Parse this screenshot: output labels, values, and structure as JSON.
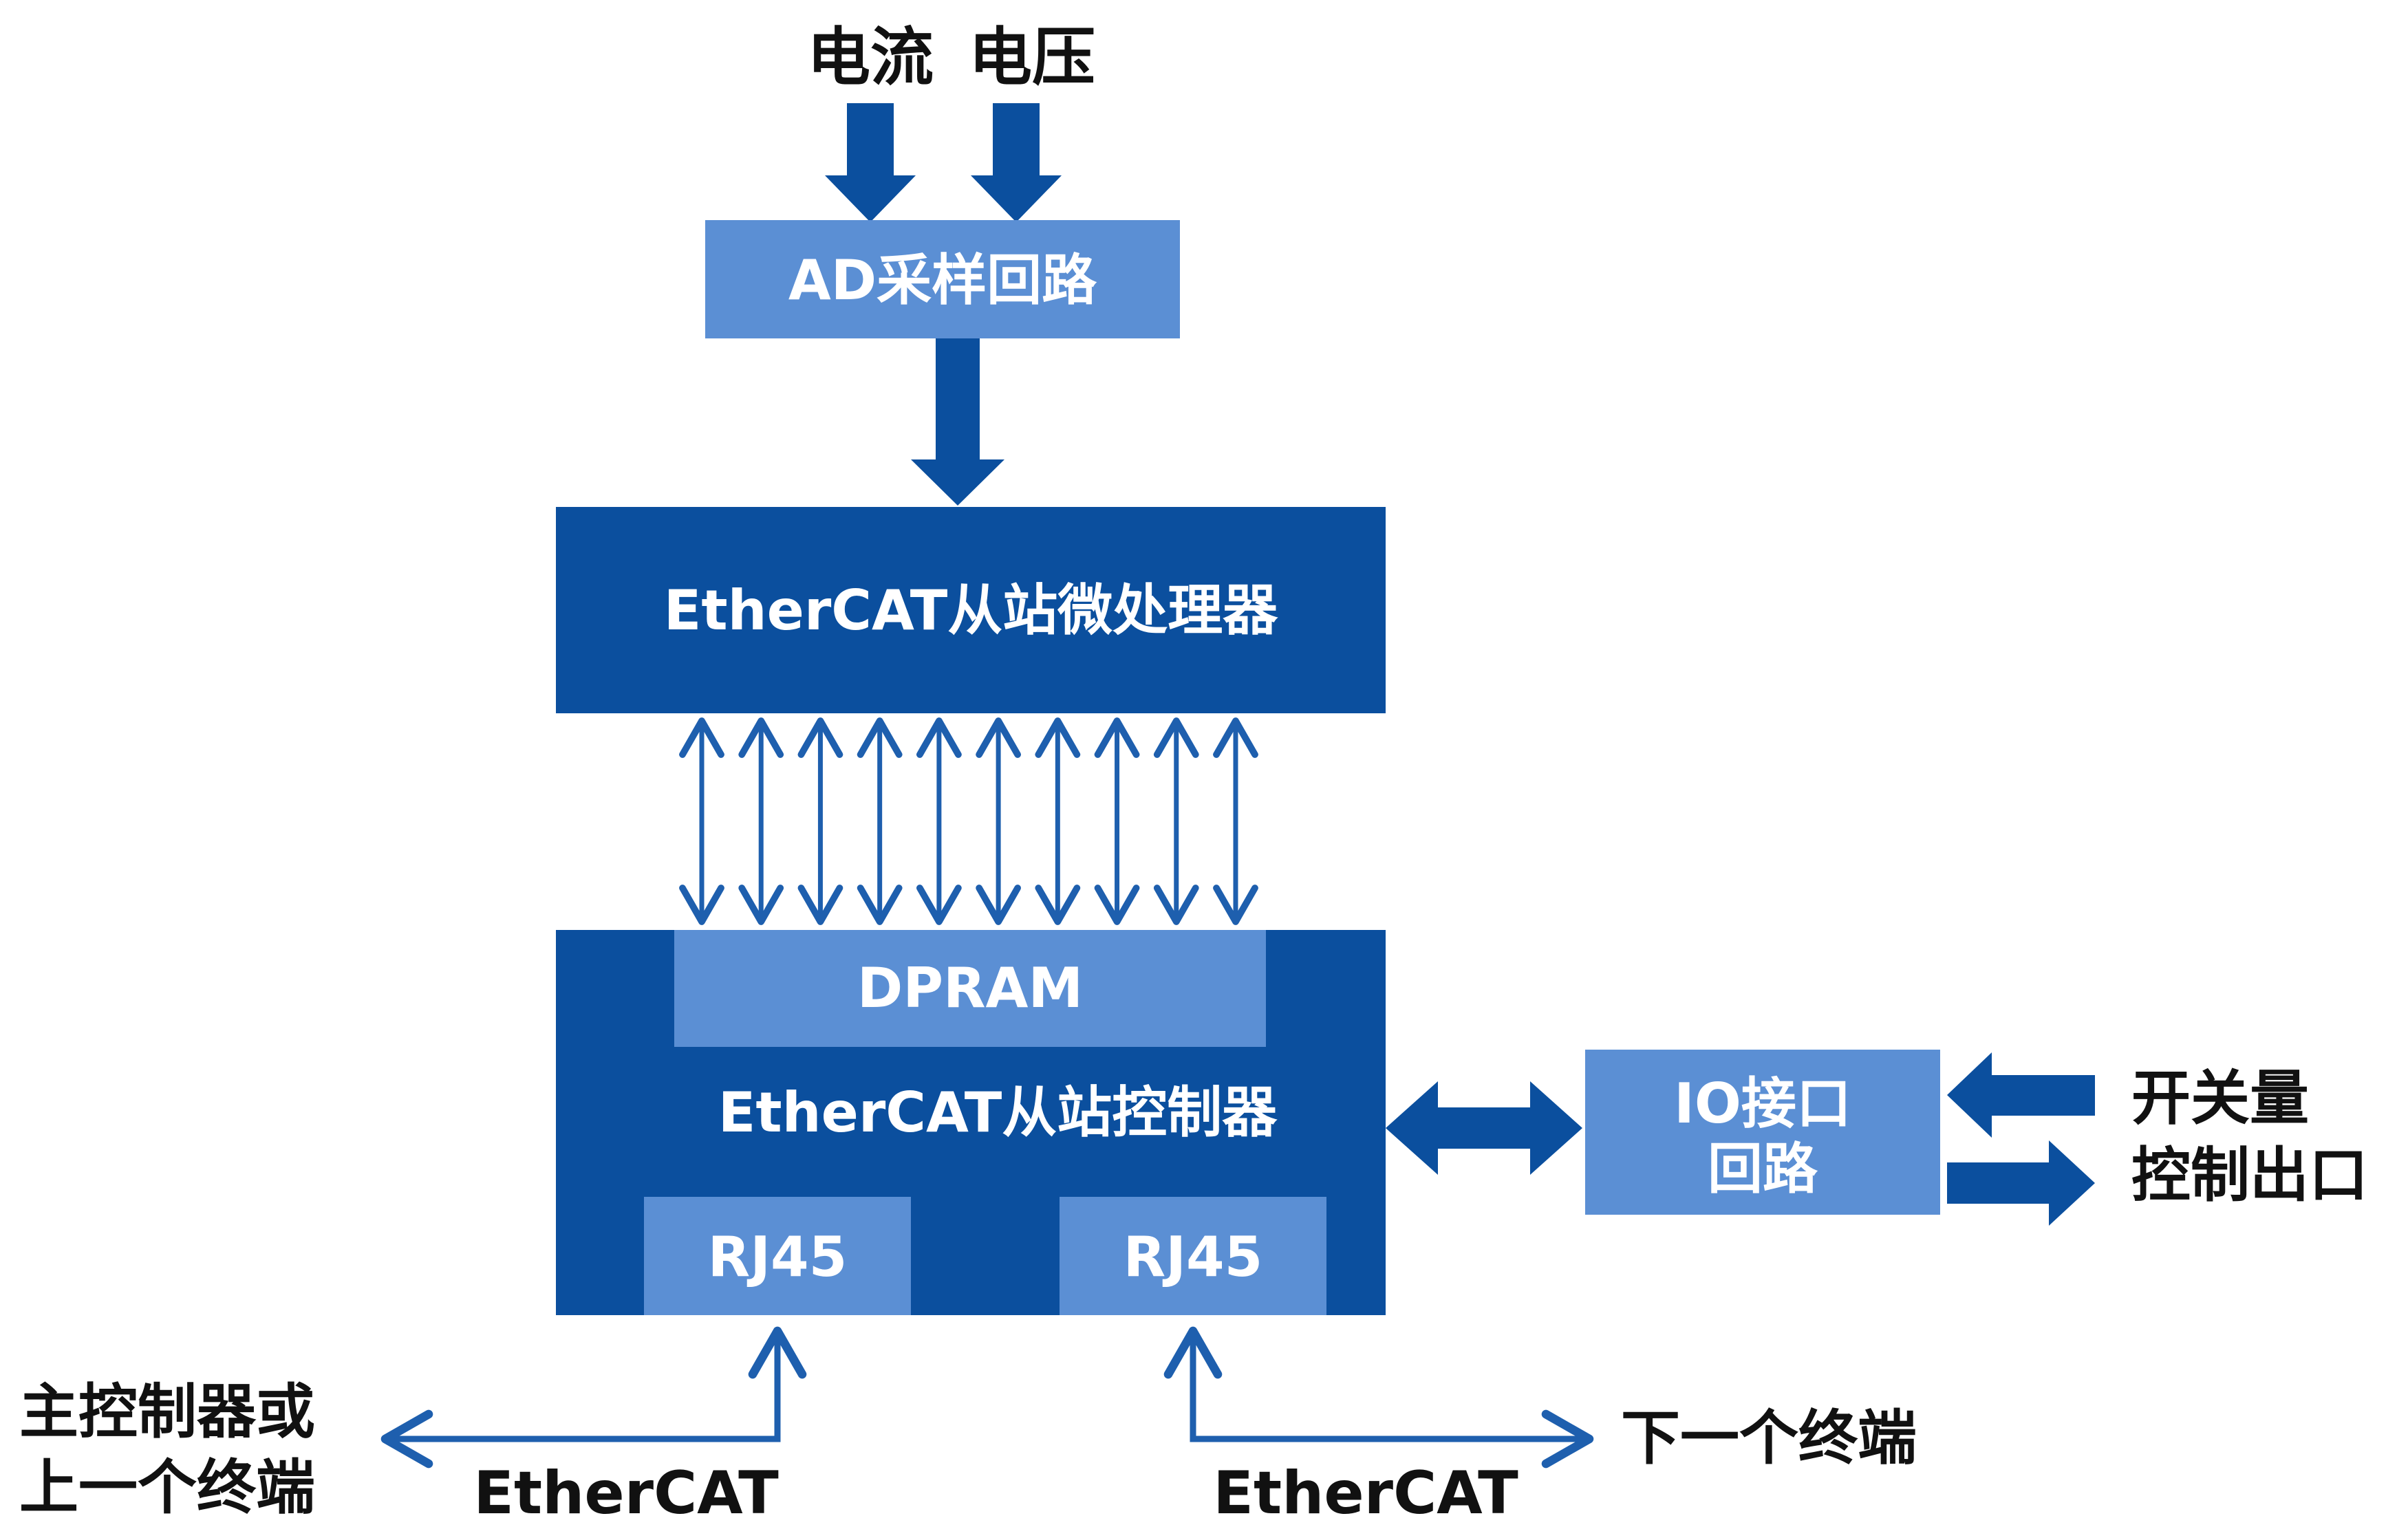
{
  "colors": {
    "dark": "#0B4F9E",
    "light": "#5B8FD4",
    "arrow": "#0B4F9E",
    "thin": "#1E5FAE",
    "text_dark": "#111111"
  },
  "inputs": {
    "current": "电流",
    "voltage": "电压"
  },
  "blocks": {
    "ad": "AD采样回路",
    "mcu": "EtherCAT从站微处理器",
    "dpram": "DPRAM",
    "esc": "EtherCAT从站控制器",
    "rj45_left": "RJ45",
    "rj45_right": "RJ45",
    "io_line1": "IO接口",
    "io_line2": "回路"
  },
  "externals": {
    "switch_in": "开关量",
    "control_out": "控制出口",
    "master_line1": "主控制器或",
    "master_line2": "上一个终端",
    "next_terminal": "下一个终端",
    "ethercat_left": "EtherCAT",
    "ethercat_right": "EtherCAT"
  },
  "bus_arrow_count": 10
}
